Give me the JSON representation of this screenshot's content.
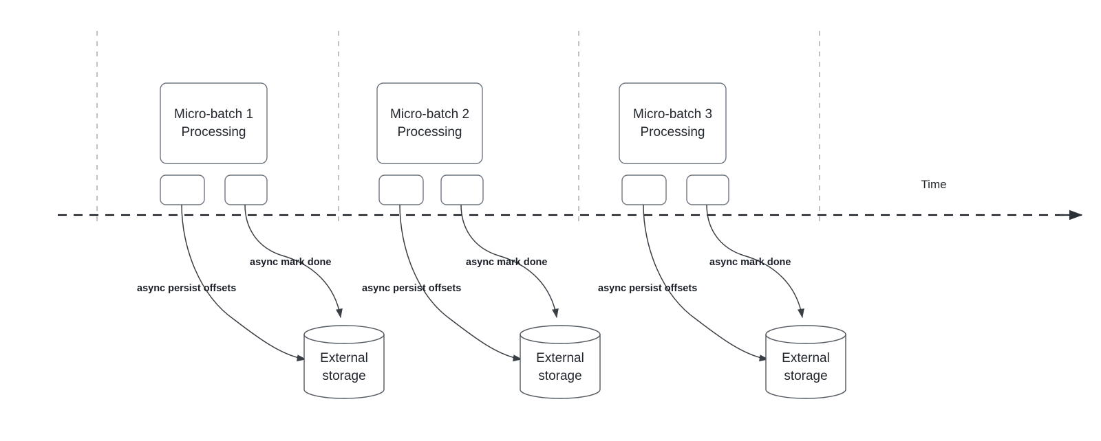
{
  "diagram": {
    "title_axis_label": "Time",
    "batches": [
      {
        "process_label_line1": "Micro-batch 1",
        "process_label_line2": "Processing",
        "annotation_mark_done": "async mark done",
        "annotation_persist_offsets": "async persist offsets",
        "storage_label_line1": "External",
        "storage_label_line2": "storage"
      },
      {
        "process_label_line1": "Micro-batch 2",
        "process_label_line2": "Processing",
        "annotation_mark_done": "async mark done",
        "annotation_persist_offsets": "async persist offsets",
        "storage_label_line1": "External",
        "storage_label_line2": "storage"
      },
      {
        "process_label_line1": "Micro-batch 3",
        "process_label_line2": "Processing",
        "annotation_mark_done": "async mark done",
        "annotation_persist_offsets": "async persist offsets",
        "storage_label_line1": "External",
        "storage_label_line2": "storage"
      }
    ],
    "colors": {
      "background": "#ffffff",
      "box_border": "#6f7680",
      "cylinder_border": "#52585f",
      "text": "#23272e",
      "annotation_text": "#1b1f27",
      "timeline": "#13171d",
      "boundary_line": "#b3b3b3",
      "connector": "#3a3f46"
    }
  }
}
